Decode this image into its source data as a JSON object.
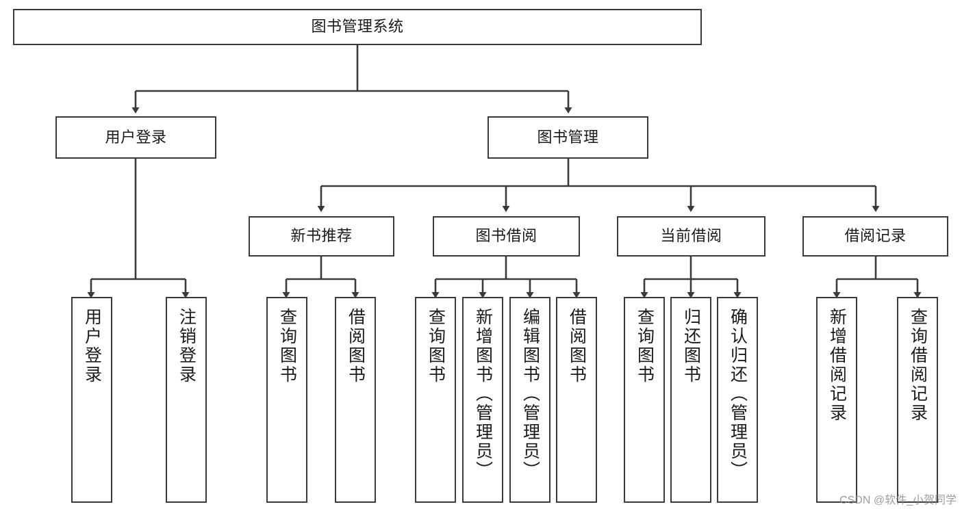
{
  "diagram": {
    "type": "tree",
    "title": "图书管理系统",
    "watermark": "CSDN @软件_小贺同学",
    "colors": {
      "stroke": "#3a3a3a",
      "fill": "#ffffff",
      "text": "#1a1a1a",
      "watermark": "#8c8c8c"
    },
    "nodes": {
      "root": {
        "label": "图书管理系统"
      },
      "level2": [
        {
          "id": "user-login",
          "label": "用户登录"
        },
        {
          "id": "book-manage",
          "label": "图书管理"
        }
      ],
      "level3": [
        {
          "id": "new-book-recommend",
          "label": "新书推荐"
        },
        {
          "id": "book-borrow",
          "label": "图书借阅"
        },
        {
          "id": "current-borrow",
          "label": "当前借阅"
        },
        {
          "id": "borrow-record",
          "label": "借阅记录"
        }
      ],
      "leaves": [
        {
          "id": "leaf-user-login",
          "label": "用户登录"
        },
        {
          "id": "leaf-logout",
          "label": "注销登录"
        },
        {
          "id": "leaf-query-book-1",
          "label": "查询图书"
        },
        {
          "id": "leaf-borrow-book-1",
          "label": "借阅图书"
        },
        {
          "id": "leaf-query-book-2",
          "label": "查询图书"
        },
        {
          "id": "leaf-add-book",
          "label": "新增图书（管理员）"
        },
        {
          "id": "leaf-edit-book",
          "label": "编辑图书（管理员）"
        },
        {
          "id": "leaf-borrow-book-2",
          "label": "借阅图书"
        },
        {
          "id": "leaf-query-book-3",
          "label": "查询图书"
        },
        {
          "id": "leaf-return-book",
          "label": "归还图书"
        },
        {
          "id": "leaf-confirm-return",
          "label": "确认归还（管理员）"
        },
        {
          "id": "leaf-add-record",
          "label": "新增借阅记录"
        },
        {
          "id": "leaf-query-record",
          "label": "查询借阅记录"
        }
      ]
    }
  }
}
